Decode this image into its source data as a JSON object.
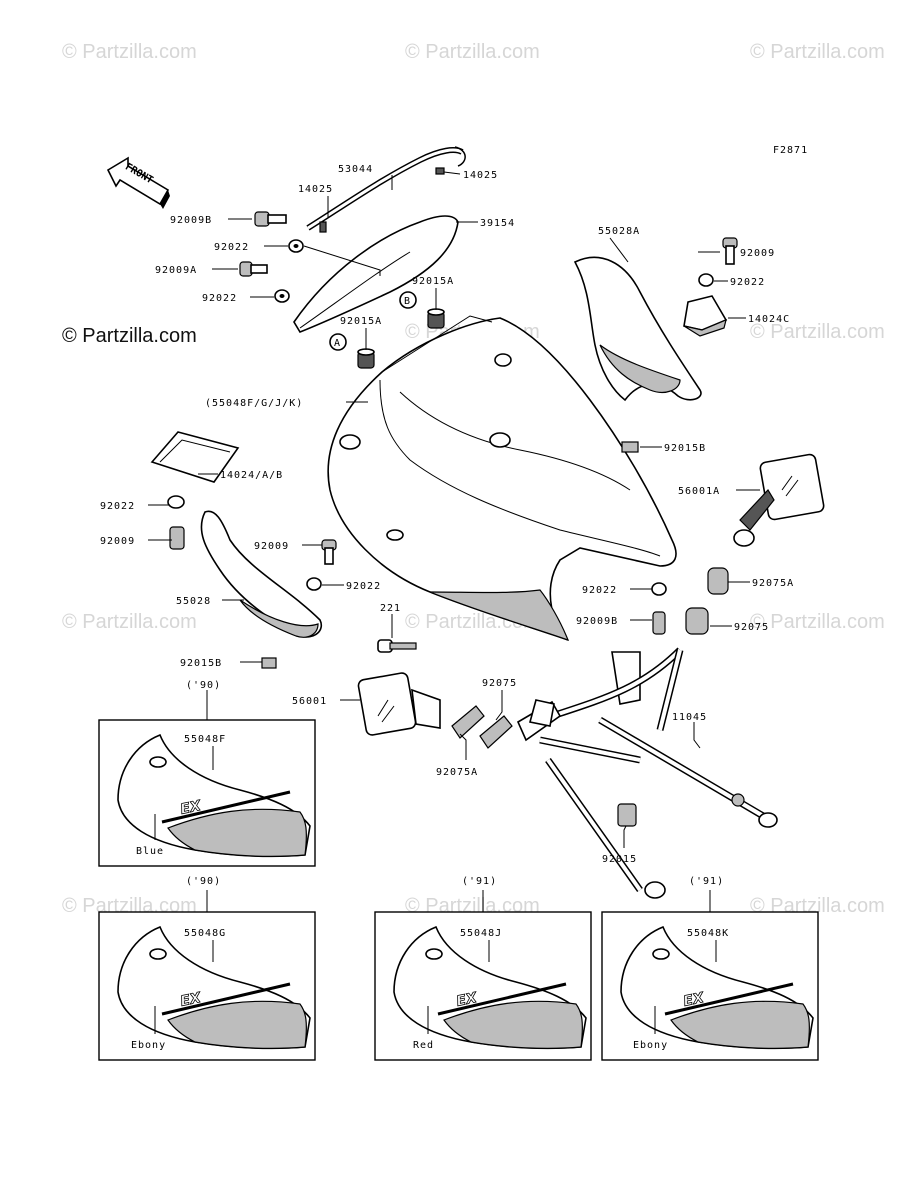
{
  "figure_id": "F2871",
  "watermark": "© Partzilla.com",
  "watermark_dark": "© Partzilla.com",
  "front_label": "FRONT",
  "callouts": {
    "p53044": "53044",
    "p14025a": "14025",
    "p14025b": "14025",
    "p92009B_top": "92009B",
    "p39154": "39154",
    "p92022_a": "92022",
    "p92009A": "92009A",
    "p92022_b": "92022",
    "p92015A_a": "92015A",
    "p92015A_b": "92015A",
    "p55048_set": "(55048F/G/J/K)",
    "p55028A": "55028A",
    "p92009_r": "92009",
    "p92022_r": "92022",
    "p14024C": "14024C",
    "p92015B_r": "92015B",
    "p14024AB": "14024/A/B",
    "p92022_l": "92022",
    "p92009_l": "92009",
    "p92009_m": "92009",
    "p92022_m": "92022",
    "p55028": "55028",
    "p92015B_l": "92015B",
    "p56001A": "56001A",
    "p92022_c": "92022",
    "p92009B_c": "92009B",
    "p92075A_r": "92075A",
    "p92075_r": "92075",
    "p221": "221",
    "p56001": "56001",
    "p92075_c": "92075",
    "p92075A_c": "92075A",
    "p11045": "11045",
    "p92015": "92015",
    "refA1": "A",
    "refA2": "A",
    "refB1": "B",
    "refB2": "B"
  },
  "variants": [
    {
      "year": "('90)",
      "part": "55048F",
      "color": "Blue"
    },
    {
      "year": "('90)",
      "part": "55048G",
      "color": "Ebony"
    },
    {
      "year": "('91)",
      "part": "55048J",
      "color": "Red"
    },
    {
      "year": "('91)",
      "part": "55048K",
      "color": "Ebony"
    }
  ]
}
